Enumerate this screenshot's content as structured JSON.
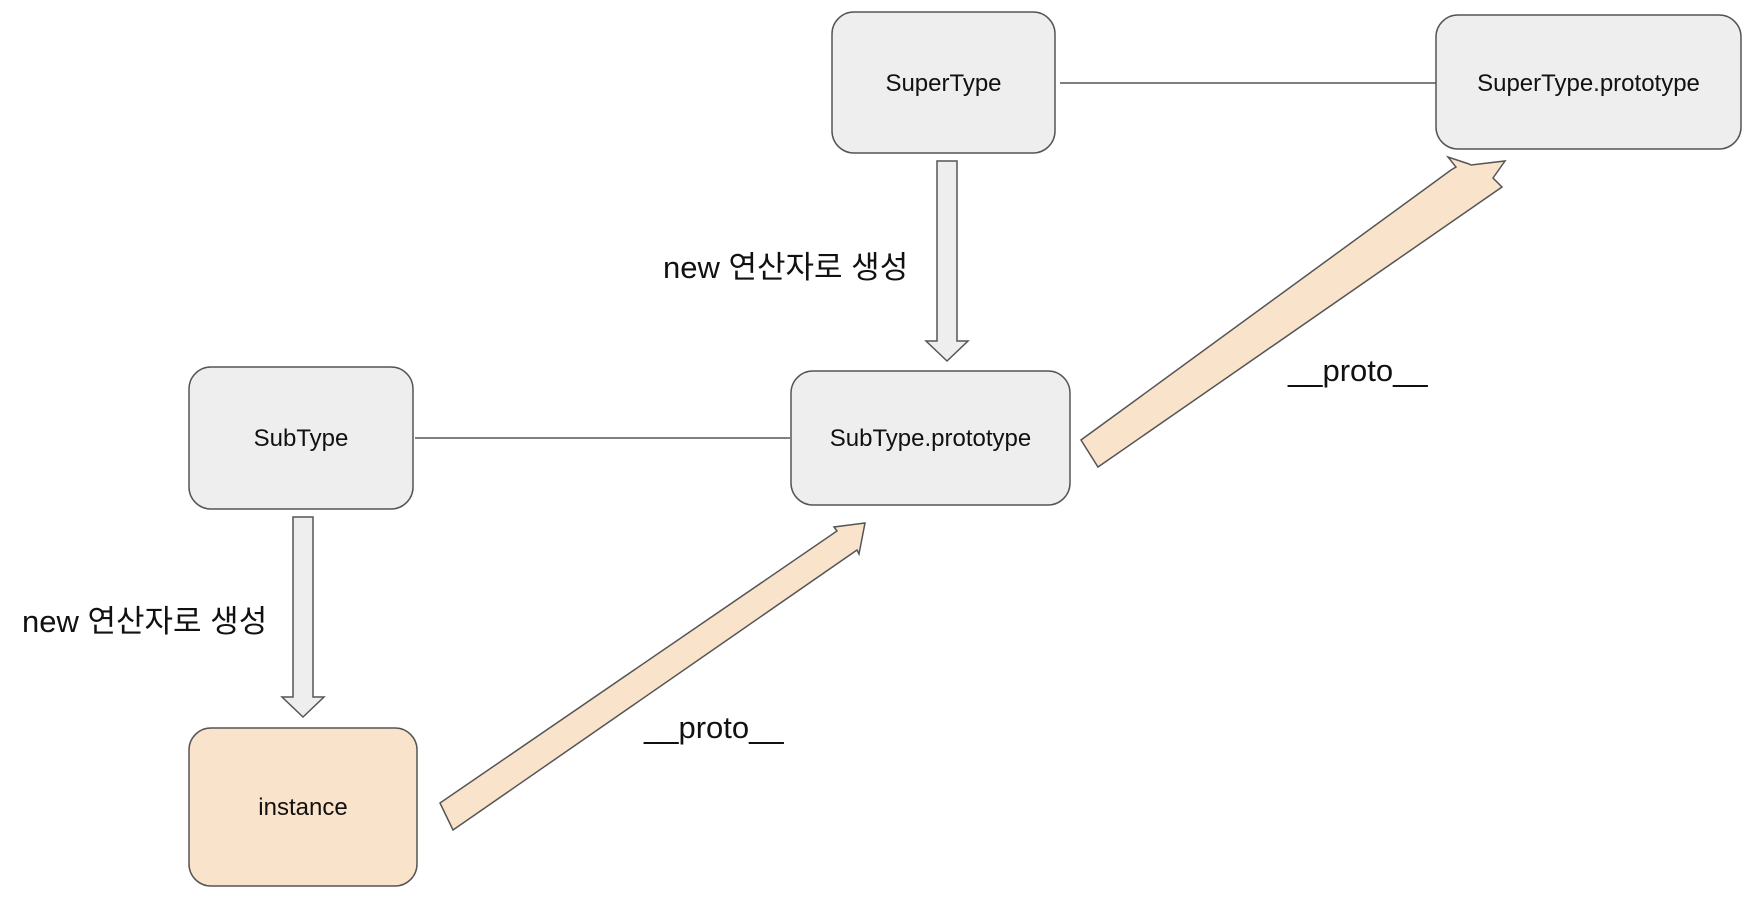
{
  "nodes": {
    "supertype": "SuperType",
    "supertype_prototype": "SuperType.prototype",
    "subtype": "SubType",
    "subtype_prototype": "SubType.prototype",
    "instance": "instance"
  },
  "edge_labels": {
    "new_supertype": "new 연산자로 생성",
    "new_subtype": "new 연산자로 생성",
    "proto_subtype_prototype": "__proto__",
    "proto_instance": "__proto__"
  },
  "colors": {
    "node_fill": "#eeeeee",
    "node_stroke": "#555555",
    "instance_fill": "#fae3cb",
    "proto_arrow_fill": "#fae3cb",
    "new_arrow_fill": "#eeeeee"
  }
}
